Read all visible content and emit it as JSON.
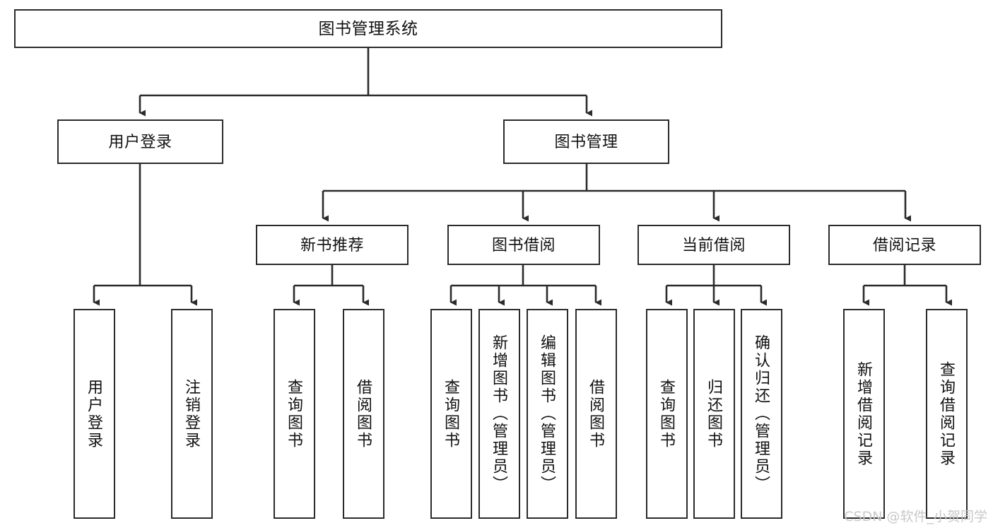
{
  "diagram": {
    "type": "tree-hierarchy-chart",
    "title": "图书管理系统",
    "line_color": "#2b2b2b",
    "box_fill": "#ffffff",
    "text_color": "#111111",
    "watermark": "CSDN @软件_小贺同学",
    "watermark_color": "#c9c9c9"
  },
  "nodes": {
    "root": {
      "label": "图书管理系统"
    },
    "level1": [
      {
        "id": "user-login",
        "label": "用户登录"
      },
      {
        "id": "book-manage",
        "label": "图书管理"
      }
    ],
    "level2": [
      {
        "id": "new-book-recommend",
        "label": "新书推荐"
      },
      {
        "id": "book-borrow",
        "label": "图书借阅"
      },
      {
        "id": "current-borrow",
        "label": "当前借阅"
      },
      {
        "id": "borrow-record",
        "label": "借阅记录"
      }
    ],
    "leaves": {
      "user_login": [
        {
          "id": "leaf-user-login",
          "label": "用户登录"
        },
        {
          "id": "leaf-logout",
          "label": "注销登录"
        }
      ],
      "new_book_recommend": [
        {
          "id": "leaf-query-book-1",
          "label": "查询图书"
        },
        {
          "id": "leaf-borrow-book-1",
          "label": "借阅图书"
        }
      ],
      "book_borrow": [
        {
          "id": "leaf-query-book-2",
          "label": "查询图书"
        },
        {
          "id": "leaf-add-book",
          "label": "新增图书（管理员）"
        },
        {
          "id": "leaf-edit-book",
          "label": "编辑图书（管理员）"
        },
        {
          "id": "leaf-borrow-book-2",
          "label": "借阅图书"
        }
      ],
      "current_borrow": [
        {
          "id": "leaf-query-book-3",
          "label": "查询图书"
        },
        {
          "id": "leaf-return-book",
          "label": "归还图书"
        },
        {
          "id": "leaf-confirm-return",
          "label": "确认归还（管理员）"
        }
      ],
      "borrow_record": [
        {
          "id": "leaf-add-record",
          "label": "新增借阅记录"
        },
        {
          "id": "leaf-query-record",
          "label": "查询借阅记录"
        }
      ]
    }
  }
}
